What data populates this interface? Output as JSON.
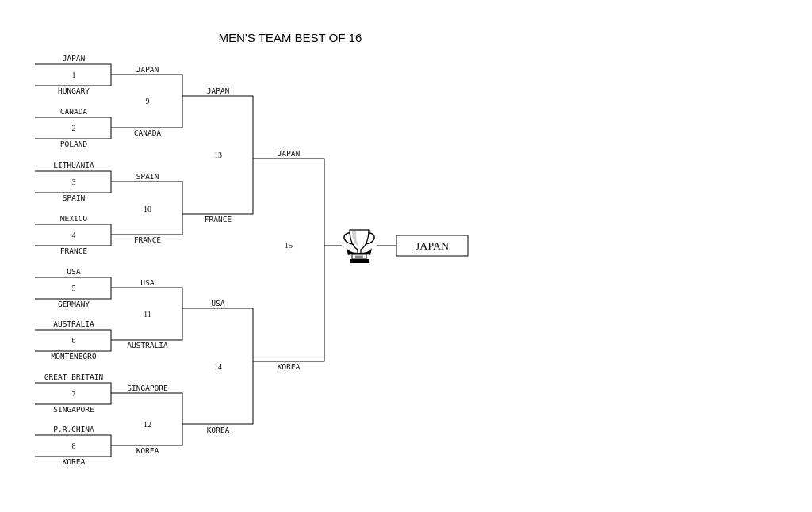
{
  "title": "MEN'S TEAM BEST OF 16",
  "round1": [
    {
      "match": "1",
      "top": "JAPAN",
      "bottom": "HUNGARY"
    },
    {
      "match": "2",
      "top": "CANADA",
      "bottom": "POLAND"
    },
    {
      "match": "3",
      "top": "LITHUANIA",
      "bottom": "SPAIN"
    },
    {
      "match": "4",
      "top": "MEXICO",
      "bottom": "FRANCE"
    },
    {
      "match": "5",
      "top": "USA",
      "bottom": "GERMANY"
    },
    {
      "match": "6",
      "top": "AUSTRALIA",
      "bottom": "MONTENEGRO"
    },
    {
      "match": "7",
      "top": "GREAT BRITAIN",
      "bottom": "SINGAPORE"
    },
    {
      "match": "8",
      "top": "P.R.CHINA",
      "bottom": "KOREA"
    }
  ],
  "quarterfinals": [
    {
      "match": "9",
      "top": "JAPAN",
      "bottom": "CANADA"
    },
    {
      "match": "10",
      "top": "SPAIN",
      "bottom": "FRANCE"
    },
    {
      "match": "11",
      "top": "USA",
      "bottom": "AUSTRALIA"
    },
    {
      "match": "12",
      "top": "SINGAPORE",
      "bottom": "KOREA"
    }
  ],
  "semifinals": [
    {
      "match": "13",
      "top": "JAPAN",
      "bottom": "FRANCE"
    },
    {
      "match": "14",
      "top": "USA",
      "bottom": "KOREA"
    }
  ],
  "final": {
    "match": "15",
    "top": "JAPAN",
    "bottom": "KOREA"
  },
  "champion": "JAPAN",
  "trophy_icon": "trophy-icon"
}
